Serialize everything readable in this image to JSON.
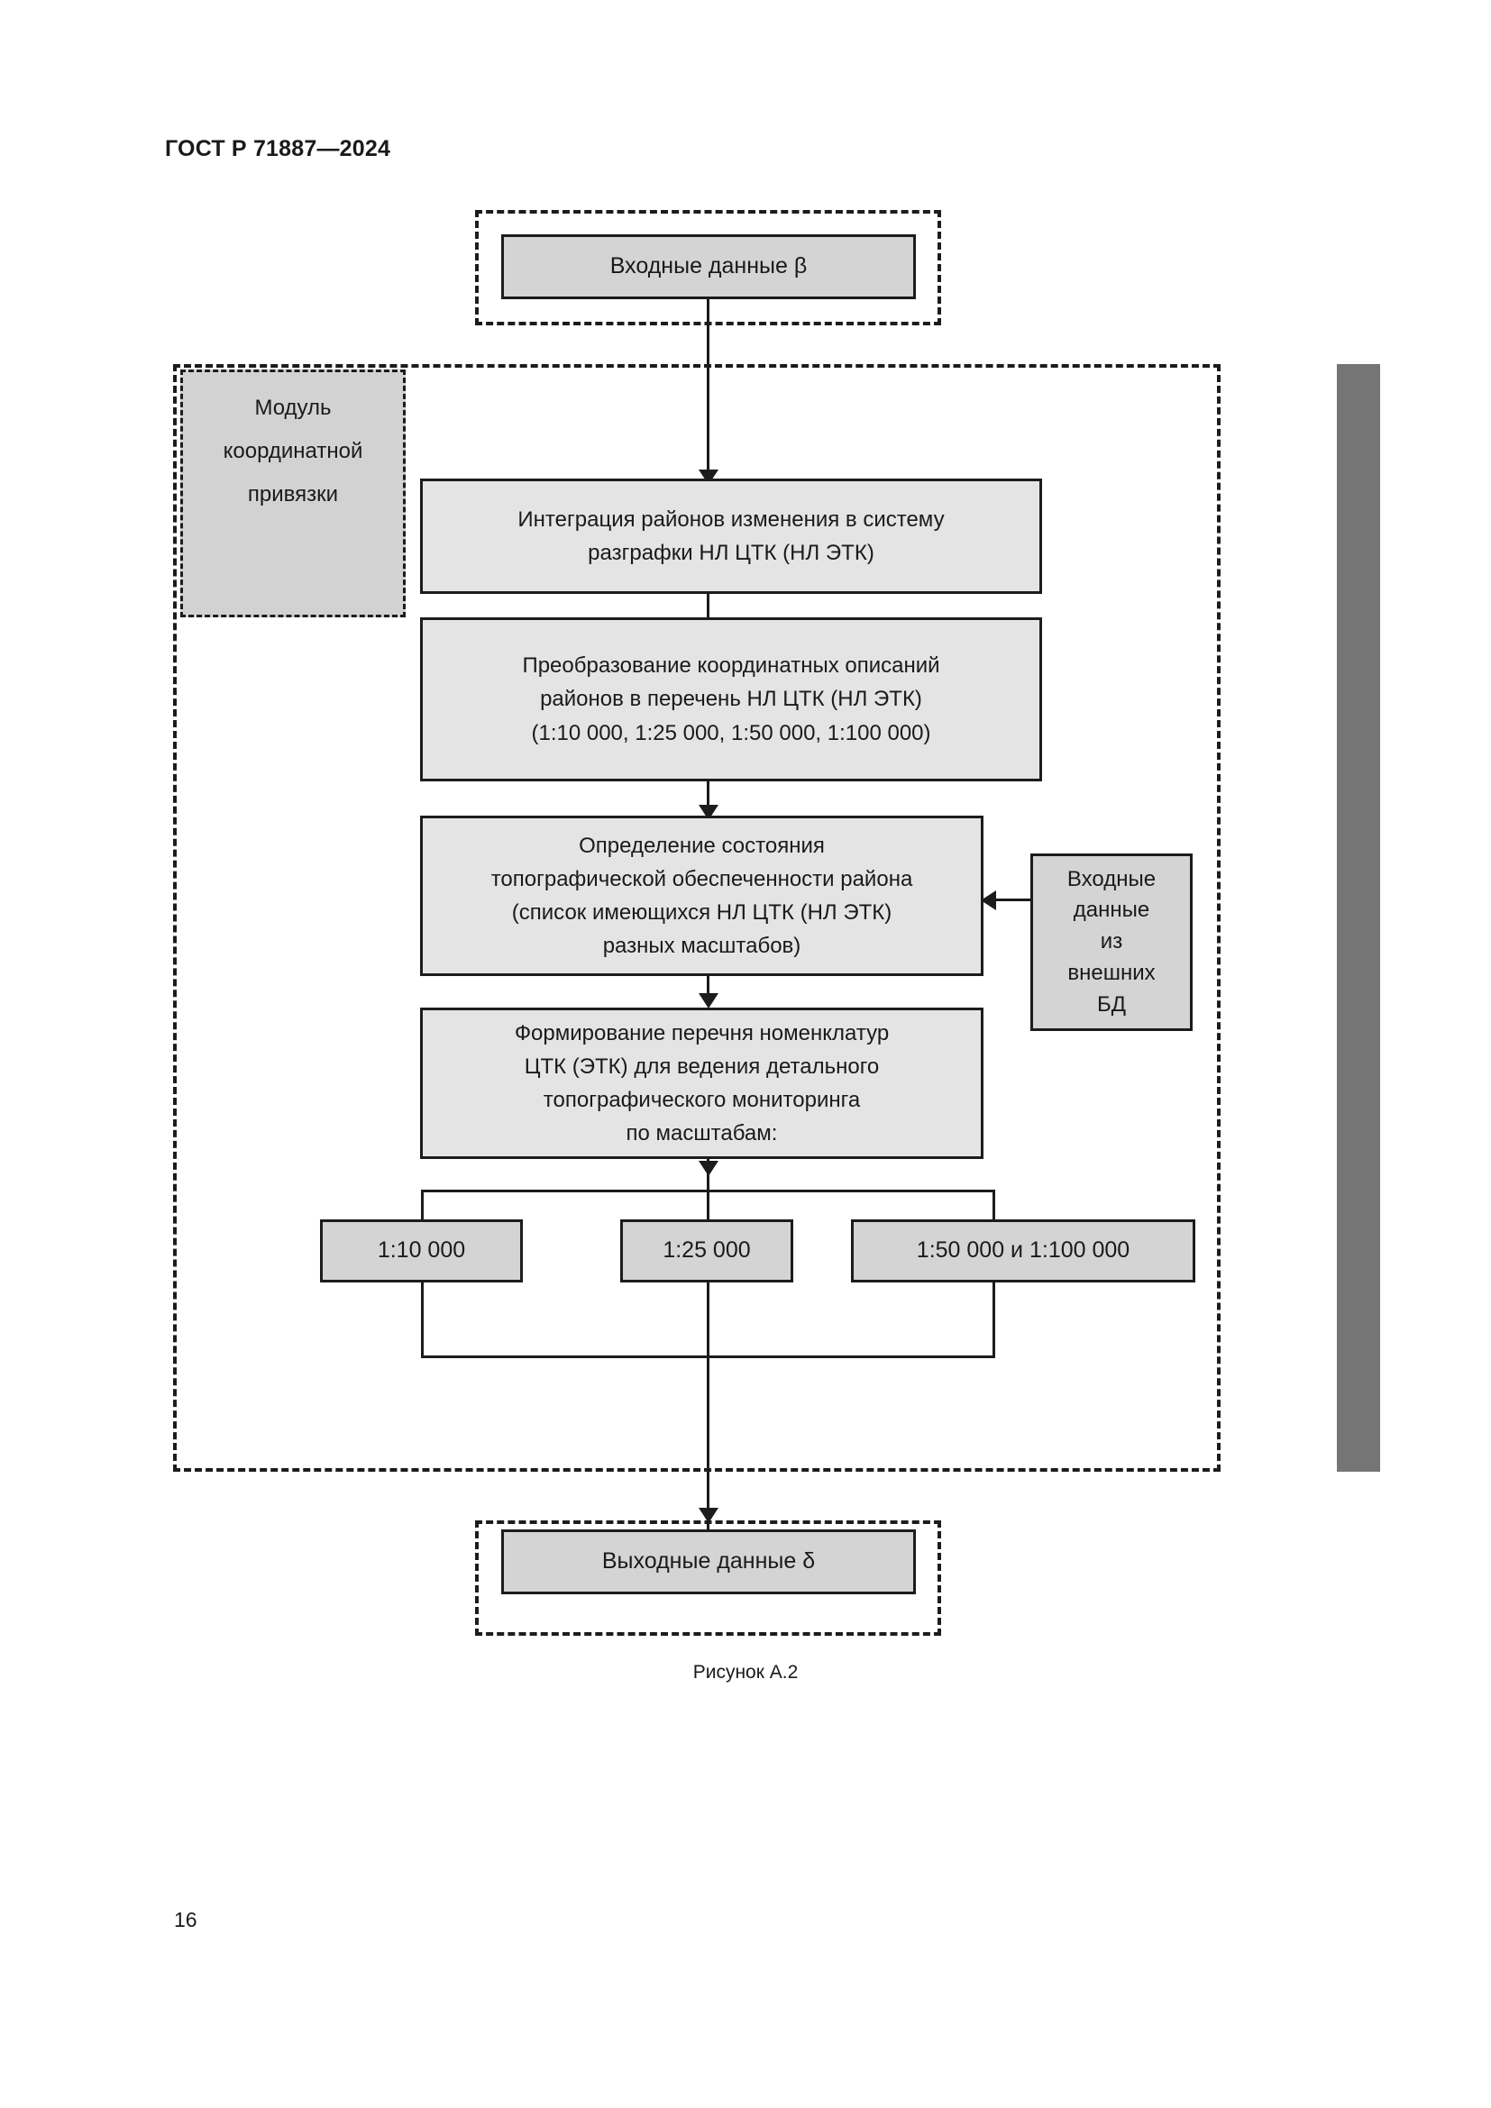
{
  "document": {
    "standard_number": "ГОСТ Р 71887—2024",
    "page_number": "16",
    "figure_caption": "Рисунок А.2"
  },
  "diagram": {
    "input_node": {
      "label": "Входные данные β"
    },
    "output_node": {
      "label": "Выходные данные δ"
    },
    "module_label": {
      "line1": "Модуль",
      "line2": "координатной",
      "line3": "привязки"
    },
    "external_db_node": {
      "line1": "Входные",
      "line2": "данные",
      "line3": "из",
      "line4": "внешних",
      "line5": "БД"
    },
    "process_steps": [
      {
        "id": "integration",
        "line1": "Интеграция районов изменения в систему",
        "line2": "разграфки НЛ ЦТК (НЛ ЭТК)"
      },
      {
        "id": "transformation",
        "line1": "Преобразование координатных описаний",
        "line2": "районов в перечень НЛ ЦТК (НЛ ЭТК)",
        "line3": "(1:10 000, 1:25 000, 1:50 000, 1:100 000)"
      },
      {
        "id": "state-determination",
        "line1": "Определение состояния",
        "line2": "топографической обеспеченности района",
        "line3": "(список имеющихся НЛ ЦТК (НЛ ЭТК)",
        "line4": "разных масштабов)"
      },
      {
        "id": "nomenclature-list",
        "line1": "Формирование перечня номенклатур",
        "line2": "ЦТК (ЭТК) для ведения детального",
        "line3": "топографического мониторинга",
        "line4": "по масштабам:"
      }
    ],
    "scale_nodes": [
      {
        "label": "1:10 000"
      },
      {
        "label": "1:25 000"
      },
      {
        "label": "1:50 000 и 1:100 000"
      }
    ],
    "colors": {
      "stroke": "#1c1c1c",
      "process_fill": "#e4e4e4",
      "terminal_fill": "#d4d4d4",
      "module_fill": "#d2d2d2",
      "edge_bar": "#757575"
    }
  }
}
